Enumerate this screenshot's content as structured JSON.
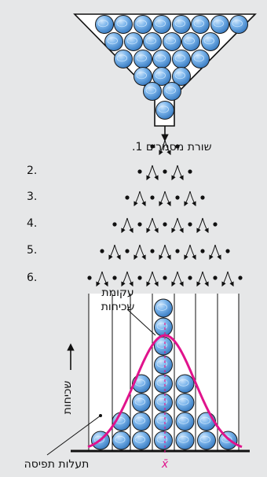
{
  "labels": {
    "row1": "שורת מסמרים 1.",
    "row2": "2.",
    "row3": "3.",
    "row4": "4.",
    "row5": "5.",
    "row6": "6.",
    "frequency": "שכיחות",
    "mode_line1": "עקומת",
    "mode_line2": "שכיחות",
    "xbar": "x̄",
    "bins_label": "תעלות תפיסה"
  },
  "colors": {
    "background": "#e6e7e8",
    "ball_fill": "#6aa9e6",
    "ball_stroke": "#1a1a1a",
    "curve": "#e0138c",
    "axis": "#111111"
  },
  "bins": {
    "counts": [
      1,
      2,
      4,
      8,
      4,
      2,
      1
    ]
  }
}
